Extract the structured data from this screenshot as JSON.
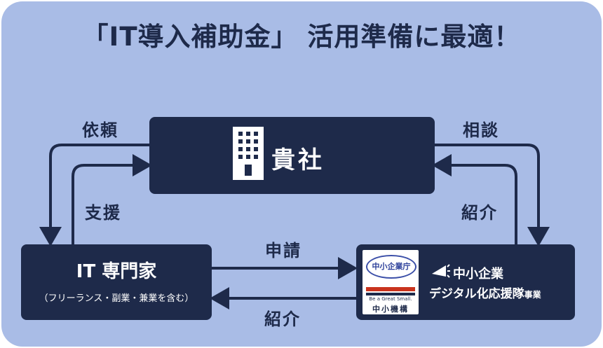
{
  "title": "「IT導入補助金」 活用準備に最適！",
  "company": {
    "label": "貴社",
    "icon": "building-icon"
  },
  "expert": {
    "title": "IT 専門家",
    "subtitle": "（フリーランス・副業・兼業を含む）"
  },
  "office": {
    "agency_logo_text": "中小企業庁",
    "smrj_tagline": "Be a Great Small.",
    "smrj_name": "中小機構",
    "line1": "中小企業",
    "line2_main": "デジタル化応援隊",
    "line2_suffix": "事業"
  },
  "labels": {
    "request": "依頼",
    "consult": "相談",
    "support": "支援",
    "introduce_right": "紹介",
    "apply": "申請",
    "introduce_bottom": "紹介"
  },
  "colors": {
    "navy": "#1e2a4a",
    "panel": "#a9bce6",
    "accent_red": "#c9331d",
    "agency_blue": "#2b3f9a"
  }
}
